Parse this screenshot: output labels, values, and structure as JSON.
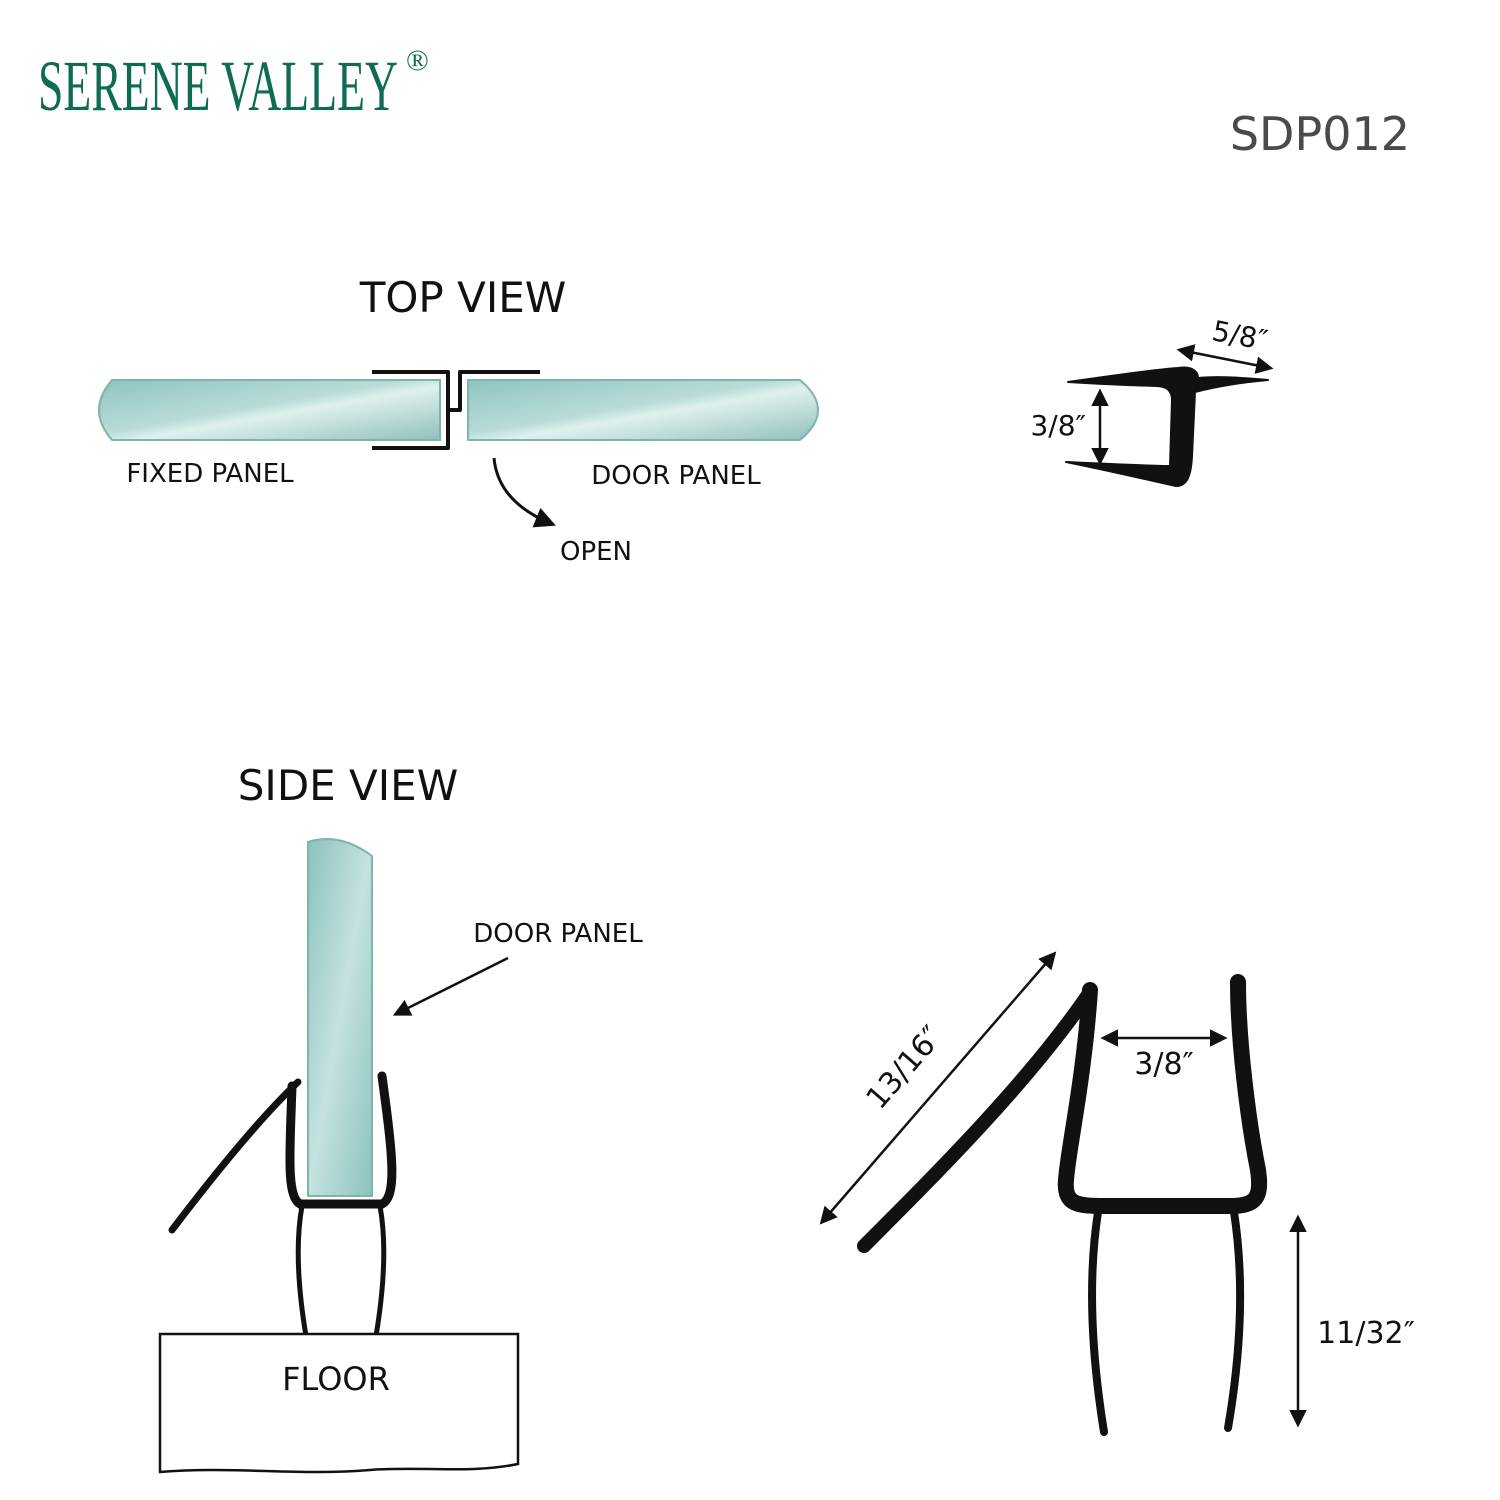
{
  "brand": {
    "name": "SERENE VALLEY",
    "mark": "®",
    "color": "#0f6b52"
  },
  "model_code": "SDP012",
  "top_view": {
    "title": "TOP VIEW",
    "labels": {
      "fixed_panel": "FIXED PANEL",
      "door_panel": "DOOR PANEL",
      "open": "OPEN"
    },
    "profile_dimensions": {
      "width": "5/8″",
      "height": "3/8″"
    }
  },
  "side_view": {
    "title": "SIDE VIEW",
    "labels": {
      "door_panel": "DOOR PANEL",
      "floor": "FLOOR"
    },
    "profile_dimensions": {
      "fin_length": "13/16″",
      "channel_width": "3/8″",
      "sweep_height": "11/32″"
    }
  },
  "colors": {
    "glass": "#a9d3cf",
    "glass_edge": "#7fb3ad",
    "seal": "#111111"
  }
}
